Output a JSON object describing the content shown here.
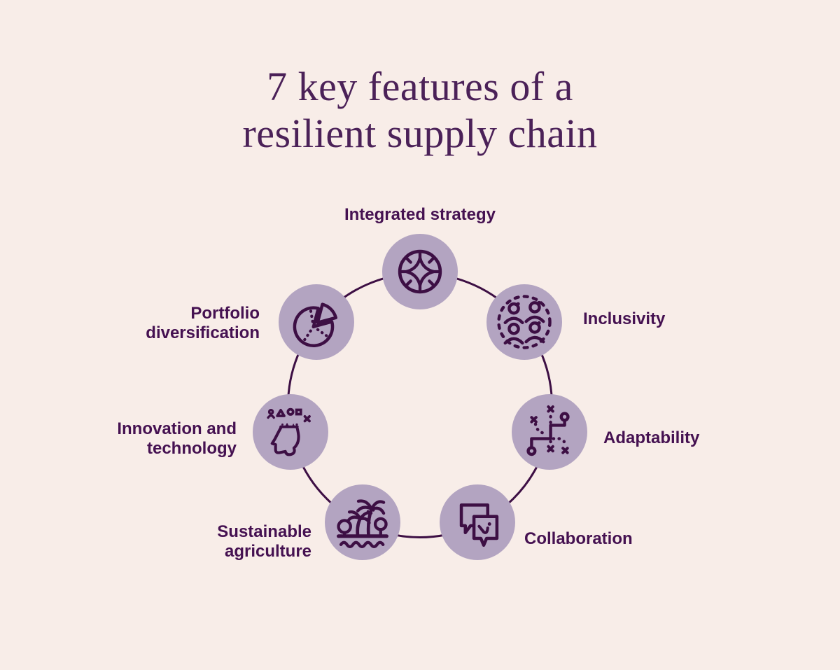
{
  "page": {
    "background_color": "#f8ede8",
    "accent_dark_purple": "#3d0f44",
    "node_fill_color": "#b3a4c1",
    "title_color": "#4b2158",
    "label_color": "#451151"
  },
  "title": {
    "line1": "7 key features of a",
    "line2": "resilient supply chain"
  },
  "diagram": {
    "type": "circular-cycle",
    "node_count": 7,
    "items": [
      {
        "label": "Integrated strategy",
        "icon": "compass-icon"
      },
      {
        "label": "Inclusivity",
        "icon": "people-group-icon"
      },
      {
        "label": "Adaptability",
        "icon": "route-plan-icon"
      },
      {
        "label": "Collaboration",
        "icon": "chat-bubbles-icon"
      },
      {
        "label": "Sustainable agriculture",
        "icon": "palm-trees-icon"
      },
      {
        "label": "Innovation and technology",
        "icon": "mind-ideas-icon"
      },
      {
        "label": "Portfolio diversification",
        "icon": "pie-chart-icon"
      }
    ]
  }
}
